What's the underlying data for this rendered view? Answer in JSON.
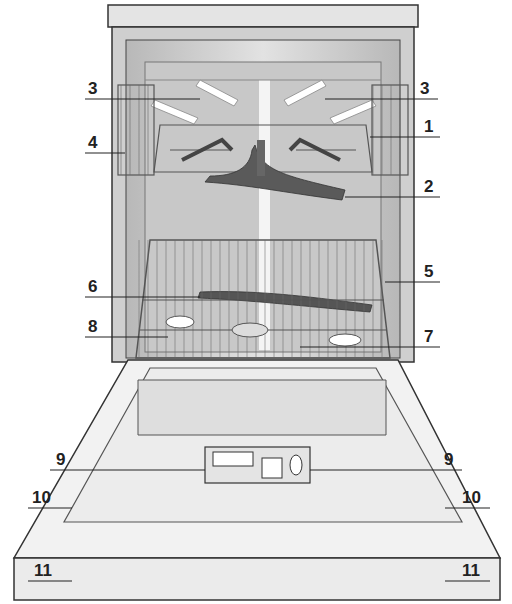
{
  "diagram": {
    "labels": [
      "3",
      "3",
      "1",
      "4",
      "2",
      "5",
      "6",
      "8",
      "7",
      "9",
      "9",
      "10",
      "10",
      "11",
      "11"
    ]
  }
}
